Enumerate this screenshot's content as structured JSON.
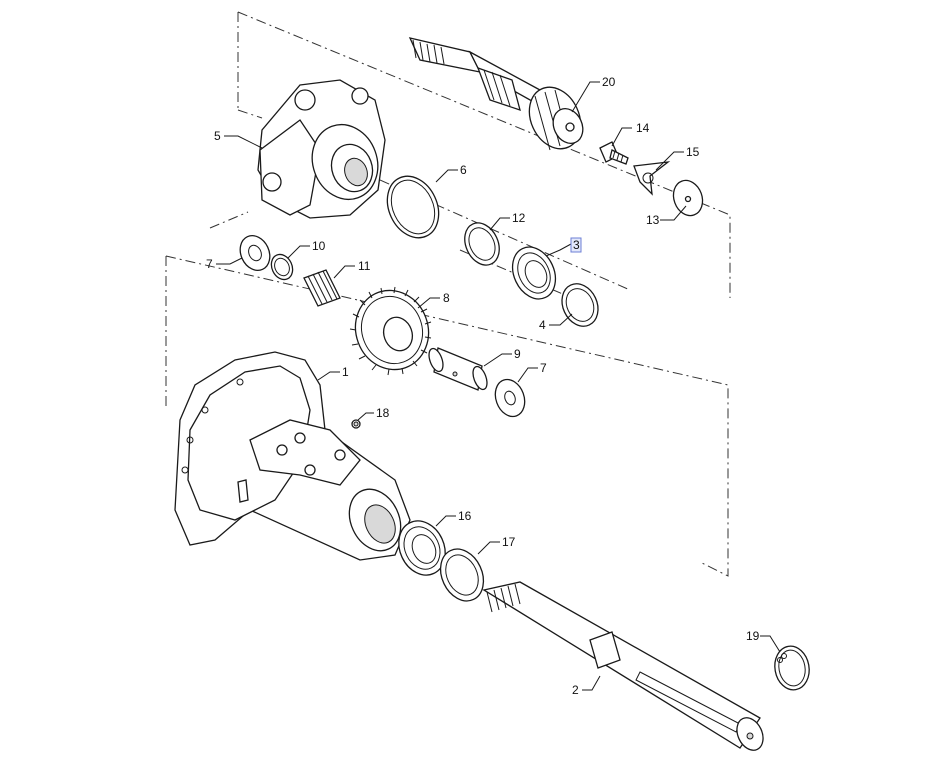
{
  "callouts": [
    {
      "id": "c20",
      "text": "20"
    },
    {
      "id": "c14",
      "text": "14"
    },
    {
      "id": "c15",
      "text": "15"
    },
    {
      "id": "c13",
      "text": "13"
    },
    {
      "id": "c5",
      "text": "5"
    },
    {
      "id": "c6",
      "text": "6"
    },
    {
      "id": "c12",
      "text": "12"
    },
    {
      "id": "c3",
      "text": "3",
      "highlighted": true
    },
    {
      "id": "c7a",
      "text": "7"
    },
    {
      "id": "c10",
      "text": "10"
    },
    {
      "id": "c11",
      "text": "11"
    },
    {
      "id": "c8",
      "text": "8"
    },
    {
      "id": "c4",
      "text": "4"
    },
    {
      "id": "c9",
      "text": "9"
    },
    {
      "id": "c7b",
      "text": "7"
    },
    {
      "id": "c1",
      "text": "1"
    },
    {
      "id": "c18",
      "text": "18"
    },
    {
      "id": "c16",
      "text": "16"
    },
    {
      "id": "c17",
      "text": "17"
    },
    {
      "id": "c19",
      "text": "19"
    },
    {
      "id": "c2",
      "text": "2"
    }
  ],
  "colors": {
    "ink": "#1a1a1a",
    "highlight": "#6d7fd6",
    "highlight_fill": "#e3e8fb"
  }
}
